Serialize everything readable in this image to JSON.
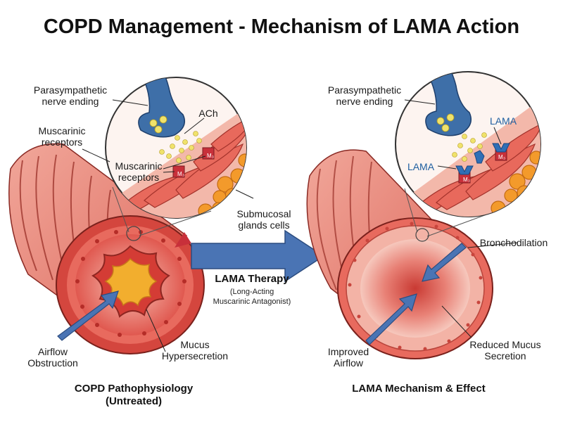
{
  "title": "COPD Management - Mechanism of LAMA Action",
  "left_panel": {
    "heading_line1": "COPD Pathophysiology",
    "heading_line2": "(Untreated)",
    "labels": {
      "nerve_line1": "Parasympathetic",
      "nerve_line2": "nerve ending",
      "ach": "ACh",
      "receptors_outer_line1": "Muscarinic",
      "receptors_outer_line2": "receptors",
      "receptors_inner_line1": "Muscarinic",
      "receptors_inner_line2": "receptors",
      "glands_line1": "Submucosal",
      "glands_line2": "glands cells",
      "airflow_line1": "Airflow",
      "airflow_line2": "Obstruction",
      "mucus_line1": "Mucus",
      "mucus_line2": "Hypersecretion"
    },
    "receptor_tag": "M₃"
  },
  "therapy": {
    "title": "LAMA Therapy",
    "sub_line1": "(Long-Acting",
    "sub_line2": "Muscarinic Antagonist)"
  },
  "right_panel": {
    "heading": "LAMA Mechanism & Effect",
    "labels": {
      "nerve_line1": "Parasympathetic",
      "nerve_line2": "nerve ending",
      "lama_top": "LAMA",
      "lama_left": "LAMA",
      "bronchodilation": "Bronchodilation",
      "airflow_line1": "Improved",
      "airflow_line2": "Airflow",
      "mucus_line1": "Reduced Mucus",
      "mucus_line2": "Secretion"
    },
    "receptor_tag": "M₃"
  },
  "colors": {
    "nerve": "#3e6fa8",
    "arrow": "#4a74b4",
    "tissue": "#e6776a",
    "tissue_light": "#f3b3a6",
    "mucus": "#f2ae2e",
    "gland": "#f39a2b",
    "receptor": "#c8303a",
    "ach": "#f0e26b"
  }
}
